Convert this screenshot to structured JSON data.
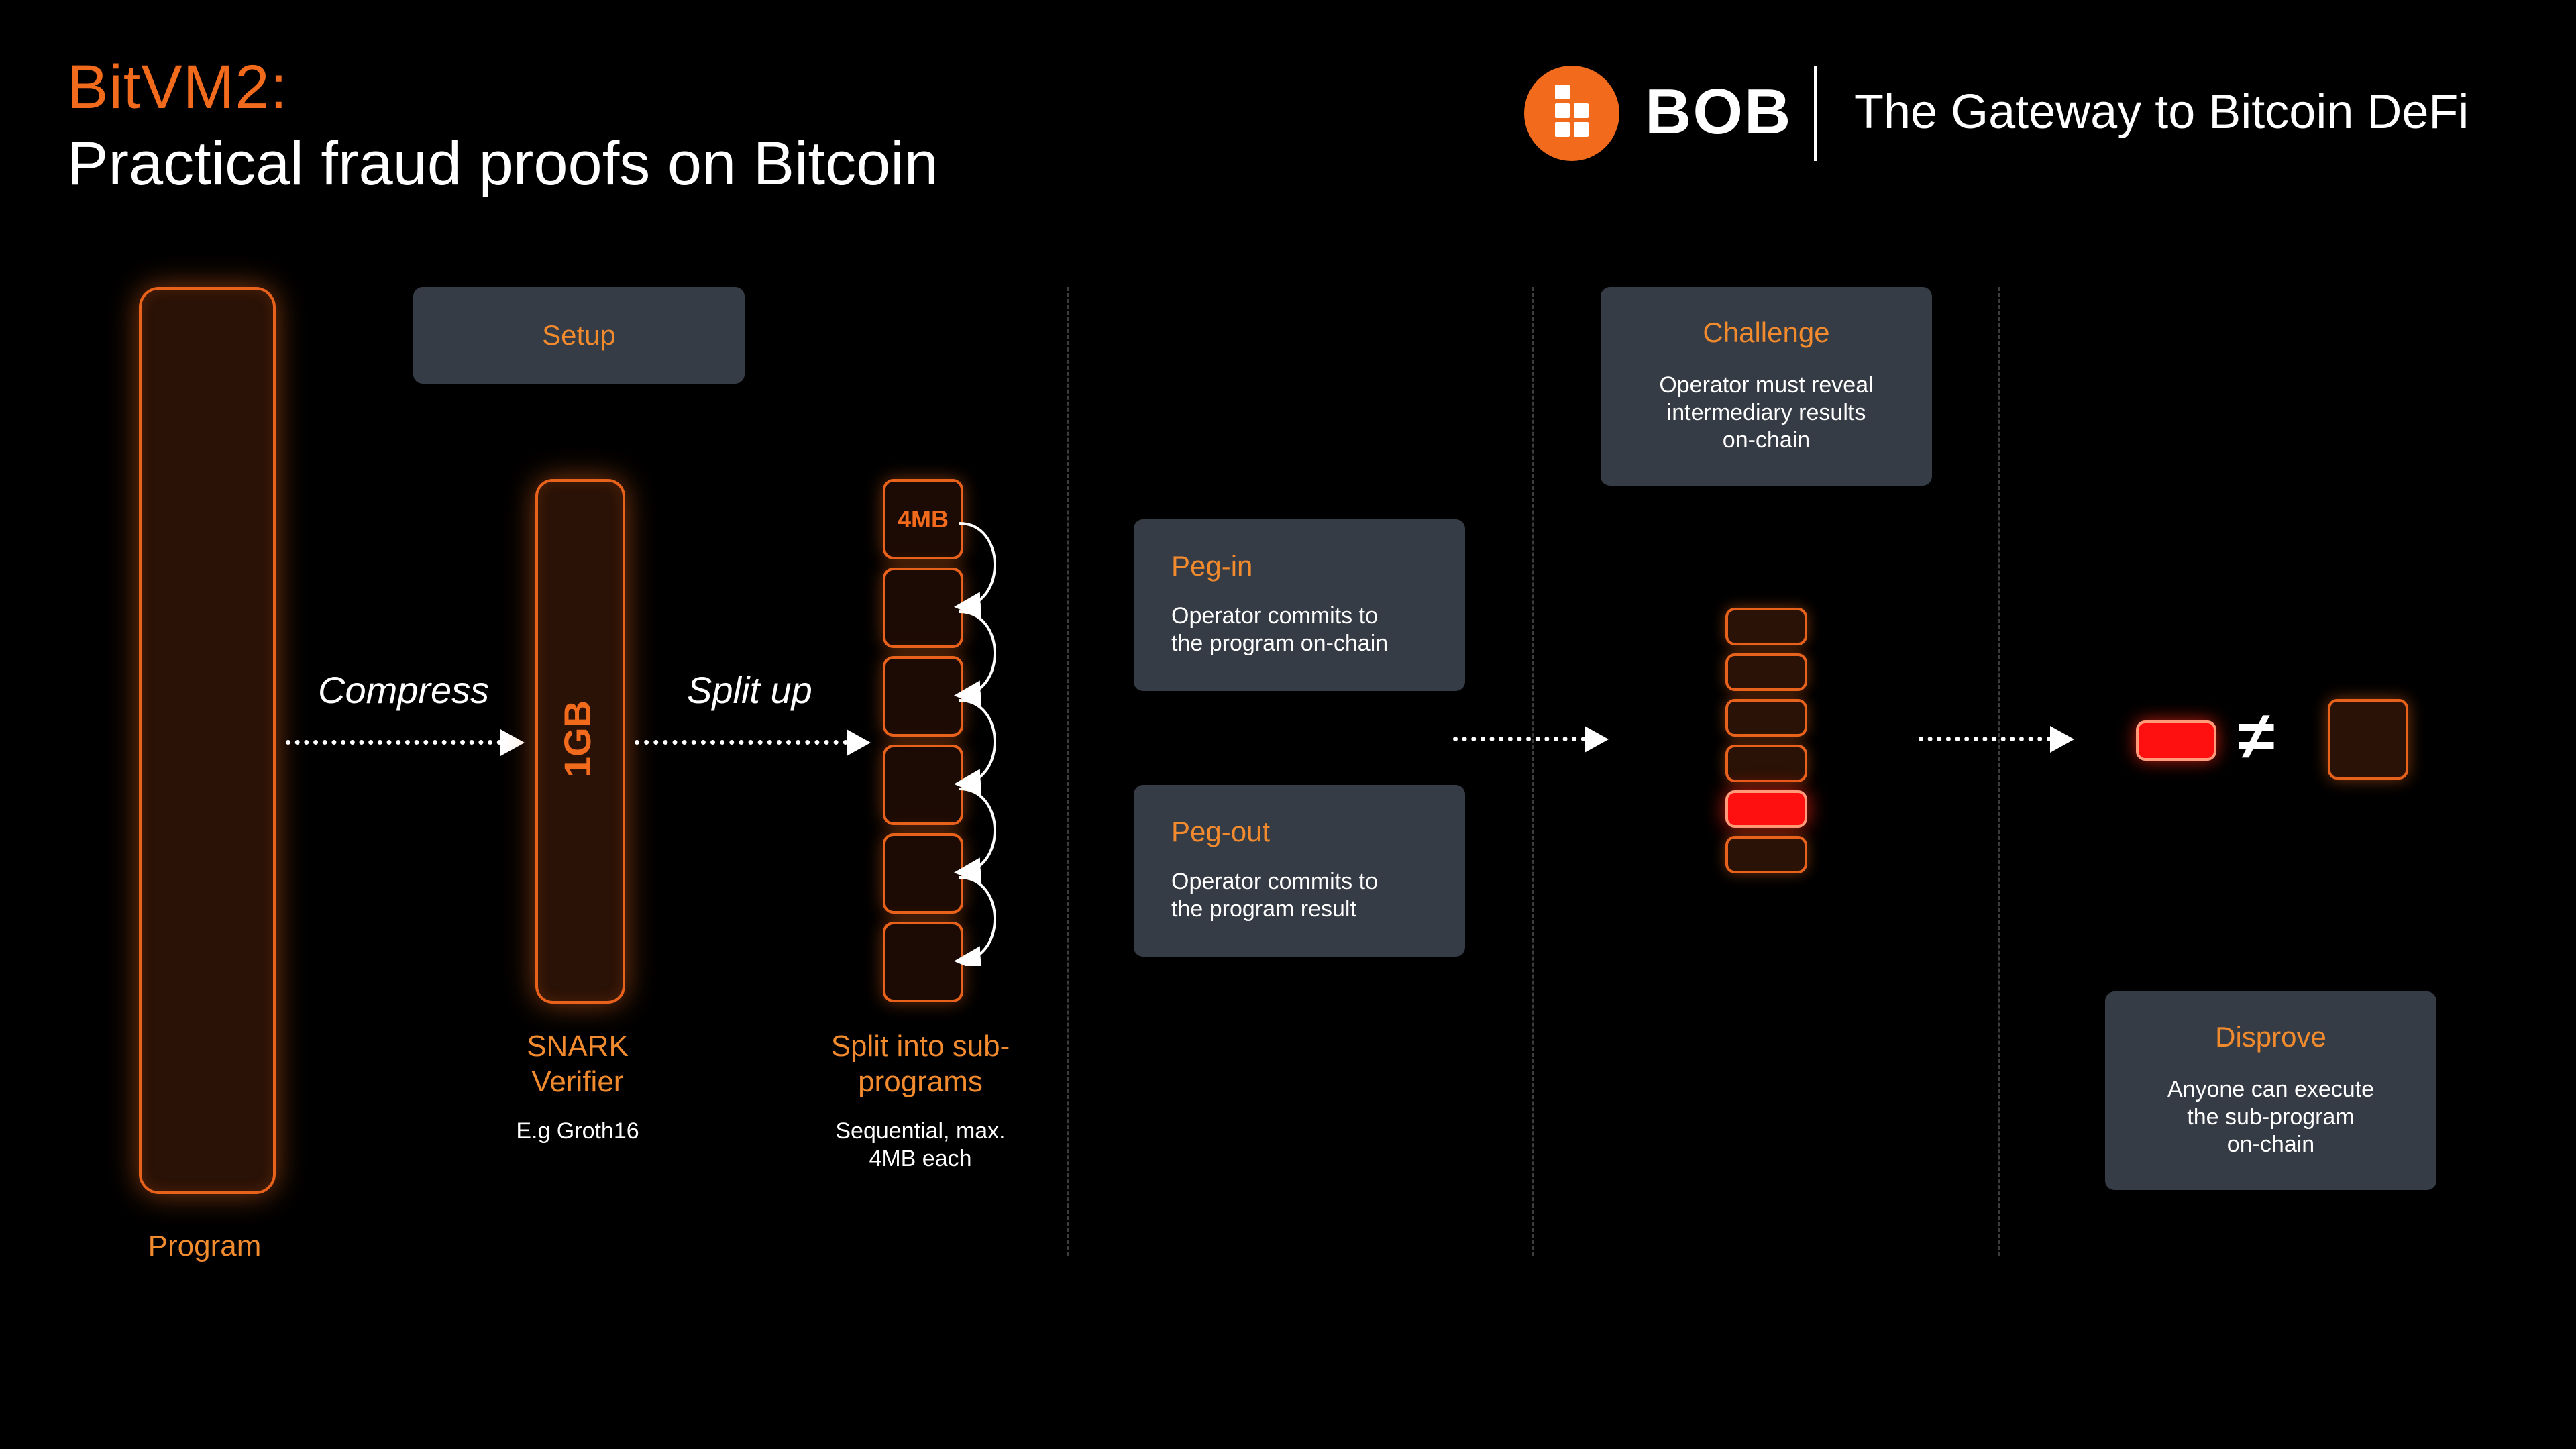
{
  "title": {
    "kicker": "BitVM2:",
    "main": "Practical fraud proofs on Bitcoin"
  },
  "brand": {
    "name": "BOB",
    "tagline": "The Gateway to Bitcoin DeFi",
    "logo_color": "#f26b1d"
  },
  "diagram": {
    "program": {
      "label": "Program"
    },
    "compress_label": "Compress",
    "snark": {
      "box_label": "1GB",
      "title": "SNARK\nVerifier",
      "subtitle": "E.g Groth16"
    },
    "split_label": "Split up",
    "subprograms": {
      "first_box_label": "4MB",
      "title": "Split into sub-\nprograms",
      "subtitle": "Sequential, max.\n4MB each"
    },
    "setup_card": {
      "title": "Setup"
    },
    "pegin_card": {
      "title": "Peg-in",
      "text": "Operator commits to\nthe program on-chain"
    },
    "pegout_card": {
      "title": "Peg-out",
      "text": "Operator commits to\nthe program result"
    },
    "challenge_card": {
      "title": "Challenge",
      "text": "Operator must reveal\nintermediary results\non-chain"
    },
    "disprove_card": {
      "title": "Disprove",
      "text": "Anyone can execute\nthe sub-program\non-chain"
    },
    "not_equal_symbol": "≠"
  },
  "colors": {
    "accent": "#f26b1d",
    "card_bg": "#363c45",
    "error_red": "#ff1010"
  }
}
